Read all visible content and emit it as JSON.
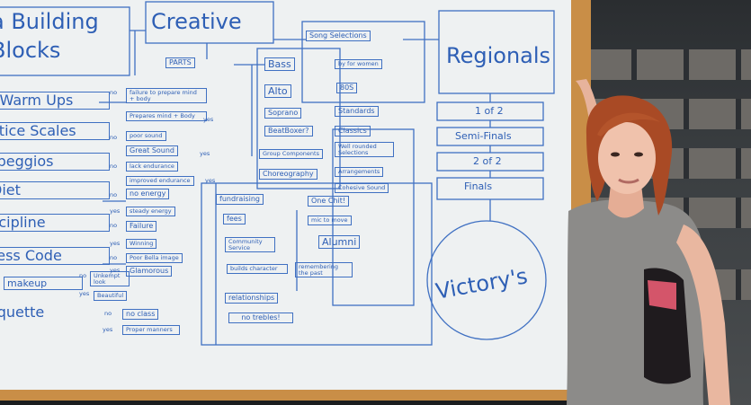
{
  "board": {
    "left_column": {
      "top": [
        "a Building",
        "Blocks"
      ],
      "items": [
        "l Warm Ups",
        "ctice Scales",
        "rpeggios",
        "Diet",
        "scipline",
        "ress Code",
        "makeup",
        "tiquette"
      ]
    },
    "creative": "Creative",
    "parts": "PARTS",
    "voice_parts": [
      "Bass",
      "Alto",
      "Soprano",
      "BeatBoxer?"
    ],
    "song_selections": "Song Selections",
    "song_items": [
      "by for women",
      "80S",
      "Standards",
      "Classics"
    ],
    "well_rounded": "Well rounded Selections",
    "group_components": "Group Components",
    "choreography": "Choreography",
    "arrangements": "Arrangements",
    "cohesive_sound": "Cohesive Sound",
    "regionals": "Regionals",
    "rounds": [
      "1 of 2",
      "Semi-Finals",
      "2 of 2",
      "Finals"
    ],
    "victory": "Victory's",
    "middle_notes": [
      "failure to prepare mind + body",
      "Prepares mind + Body",
      "poor sound",
      "Great Sound",
      "lack endurance",
      "improved endurance",
      "no energy",
      "steady energy",
      "Failure",
      "Winning",
      "Poor Bella image",
      "Glamorous",
      "Unkempt look",
      "Beautiful",
      "no class",
      "Proper manners"
    ],
    "yes_no": [
      "no",
      "yes",
      "no",
      "yes",
      "no",
      "yes",
      "no",
      "yes",
      "no",
      "yes",
      "no",
      "yes",
      "no",
      "yes",
      "no",
      "yes"
    ],
    "fundraising": "fundraising",
    "fees": "fees",
    "community": "Community Service",
    "builds": "builds character",
    "relationships": "relationships",
    "no_trebles": "no trebles!",
    "one_chit": "One Chit!",
    "mic_to_move": "mic to move",
    "alumni": "Alumni",
    "remembering": "remembering the past"
  }
}
